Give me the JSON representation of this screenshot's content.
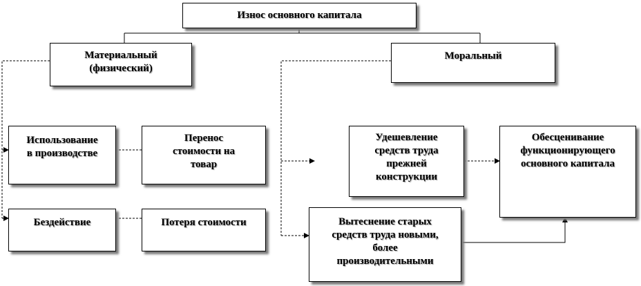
{
  "diagram": {
    "title": "Износ основного капитала",
    "material": "Материальный\n(физический)",
    "moral": "Моральный",
    "usage": "Использование\nв производстве",
    "transfer": "Перенос\nстоимости на\nтовар",
    "idle": "Бездействие",
    "loss": "Потеря стоимости",
    "cheaper": "Удешевление\nсредств труда\nпрежней\nконструкции",
    "displacement": "Вытеснение старых\nсредств труда новыми,\nболее\nпроизводительными",
    "devaluation": "Обесценивание\nфункционирующего\nосновного капитала"
  }
}
